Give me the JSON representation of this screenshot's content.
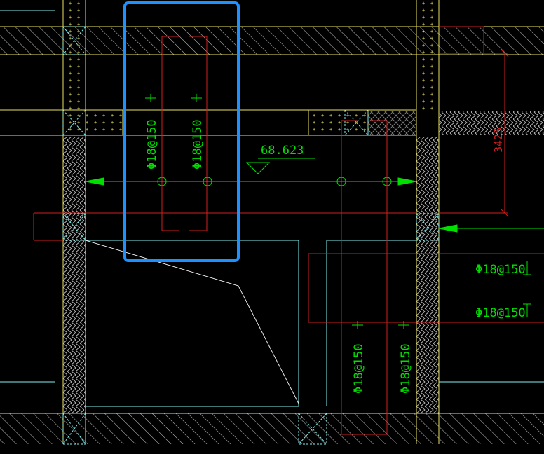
{
  "drawing": {
    "elevation_label": "68.623",
    "dimension_label": "3425",
    "rebar_labels": [
      "Φ18@150",
      "Φ18@150",
      "Φ18@150",
      "Φ18@150",
      "Φ18@150",
      "Φ18@150"
    ],
    "colors": {
      "background": "#000000",
      "rebar_text": "#00e000",
      "red_lines": "#d02020",
      "cyan_lines": "#7ff0f0",
      "yellow_lines": "#e8e060",
      "hatch": "#bfbfbf",
      "selection": "#1e90ff"
    }
  }
}
